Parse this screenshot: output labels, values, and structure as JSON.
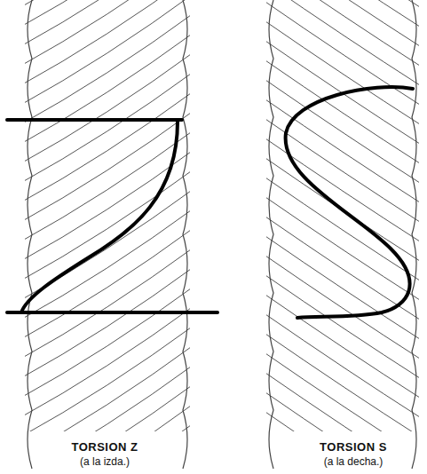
{
  "diagram": {
    "labels": [
      "TORSION Z",
      "(a la izda.)",
      "TORSION S",
      "(a la decha.)"
    ]
  }
}
